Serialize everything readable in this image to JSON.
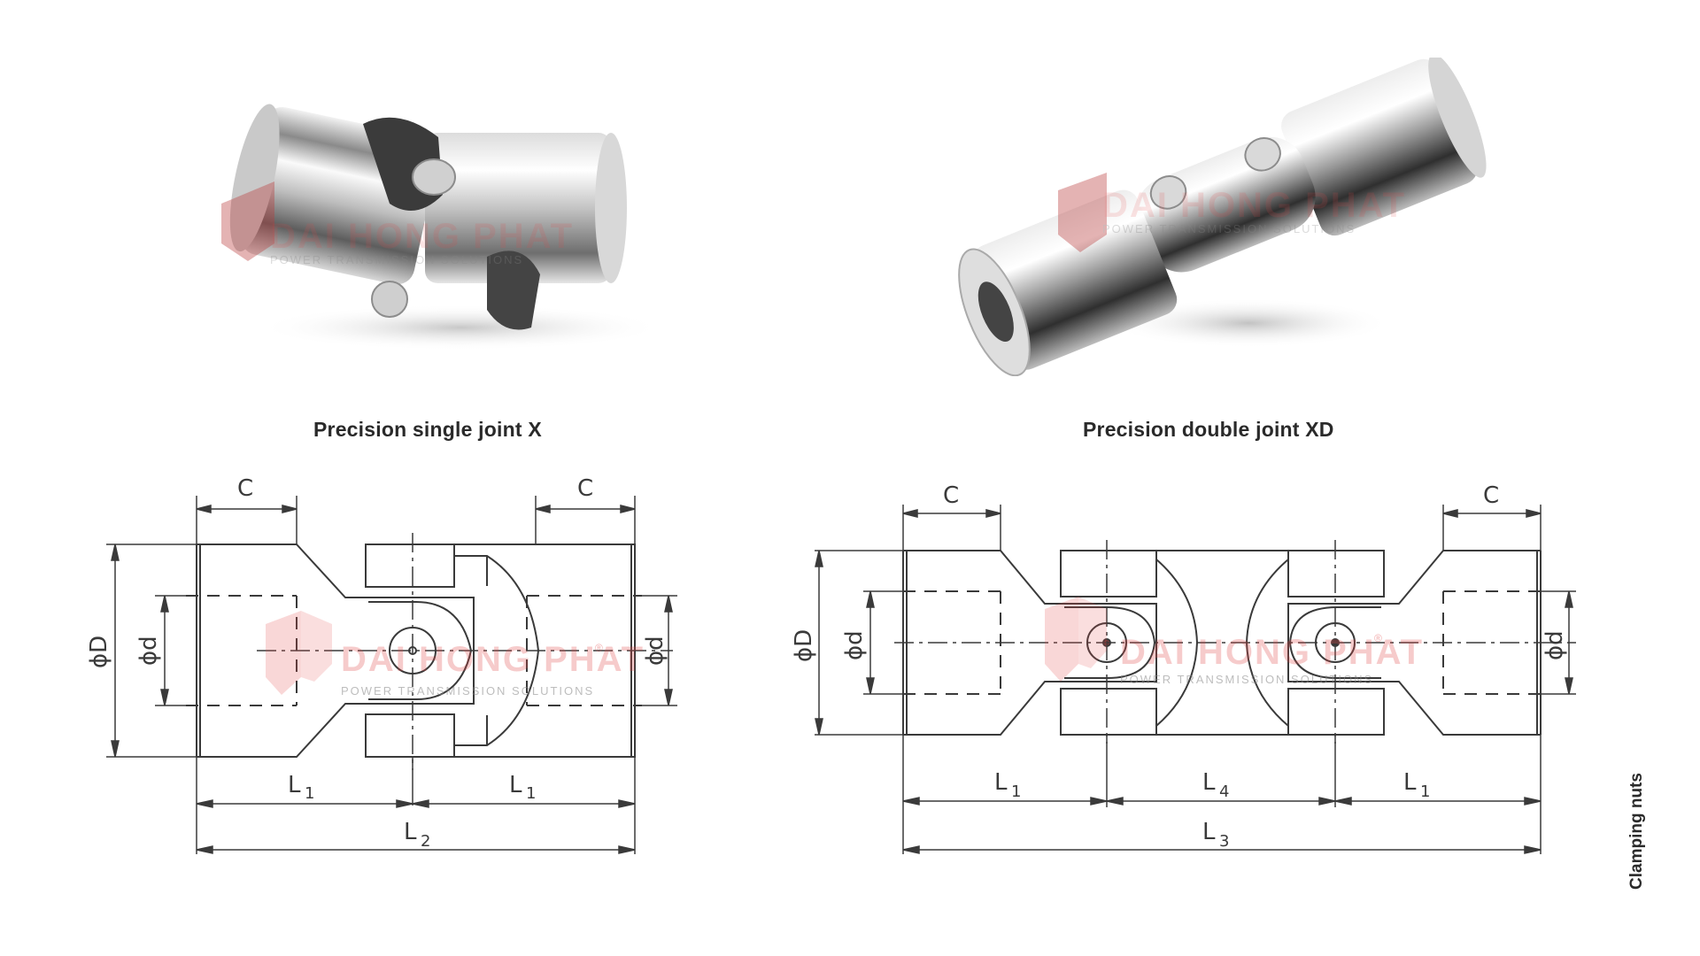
{
  "products": [
    {
      "id": "single",
      "caption": "Precision single joint X",
      "photo_alt": "single-joint-photo"
    },
    {
      "id": "double",
      "caption": "Precision double joint XD",
      "photo_alt": "double-joint-photo"
    }
  ],
  "watermark": {
    "brand": "DAI HONG PHAT",
    "tagline": "POWER TRANSMISSION SOLUTIONS",
    "registered": "®",
    "color": "#e24848"
  },
  "single_drawing": {
    "labels": {
      "c_left": "C",
      "c_right": "C",
      "dia_D": "ϕD",
      "dia_d_left": "ϕd",
      "dia_d_right": "ϕd",
      "L1_left": "L",
      "L1_left_sub": "1",
      "L1_right": "L",
      "L1_right_sub": "1",
      "L2": "L",
      "L2_sub": "2"
    }
  },
  "double_drawing": {
    "labels": {
      "c_left": "C",
      "c_right": "C",
      "dia_D": "ϕD",
      "dia_d_left": "ϕd",
      "dia_d_right": "ϕd",
      "L1_left": "L",
      "L1_left_sub": "1",
      "L4": "L",
      "L4_sub": "4",
      "L1_right": "L",
      "L1_right_sub": "1",
      "L3": "L",
      "L3_sub": "3"
    }
  },
  "side_label": "Clamping nuts",
  "colors": {
    "line": "#3a3a3a",
    "caption": "#2a2a2a",
    "background": "#ffffff"
  }
}
